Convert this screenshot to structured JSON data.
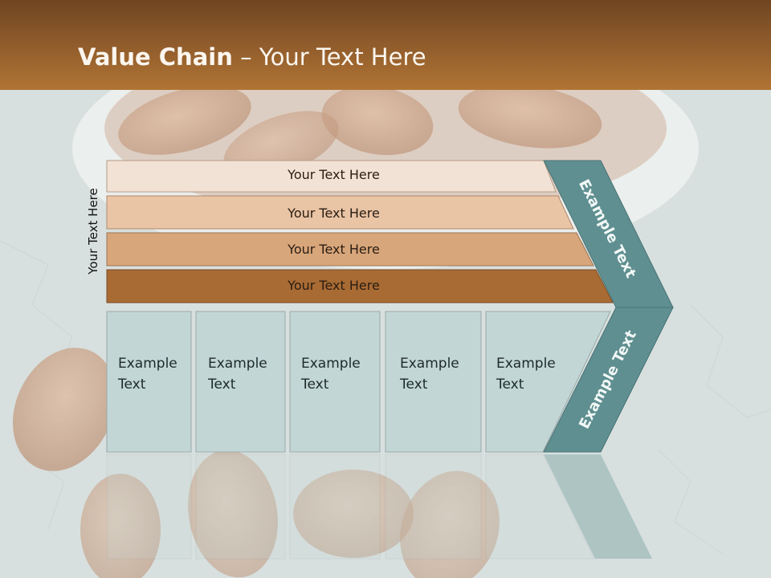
{
  "title": {
    "bold": "Value Chain",
    "rest": " – Your Text Here"
  },
  "side_label": "Your Text Here",
  "bands": [
    {
      "label": "Your Text Here",
      "color": "#f2e2d5"
    },
    {
      "label": "Your Text Here",
      "color": "#e9c4a5"
    },
    {
      "label": "Your Text Here",
      "color": "#d8a67b"
    },
    {
      "label": "Your Text Here",
      "color": "#a96b34"
    }
  ],
  "boxes": [
    {
      "line1": "Example",
      "line2": "Text"
    },
    {
      "line1": "Example",
      "line2": "Text"
    },
    {
      "line1": "Example",
      "line2": "Text"
    },
    {
      "line1": "Example",
      "line2": "Text"
    },
    {
      "line1": "Example",
      "line2": "Text"
    }
  ],
  "chevron": {
    "upper": "Example Text",
    "lower": "Example Text",
    "color": "#5f8f90"
  },
  "colors": {
    "title_bar": "#8d5a2b",
    "box_fill": "#c2d6d6",
    "box_border": "#9aa9a8"
  }
}
